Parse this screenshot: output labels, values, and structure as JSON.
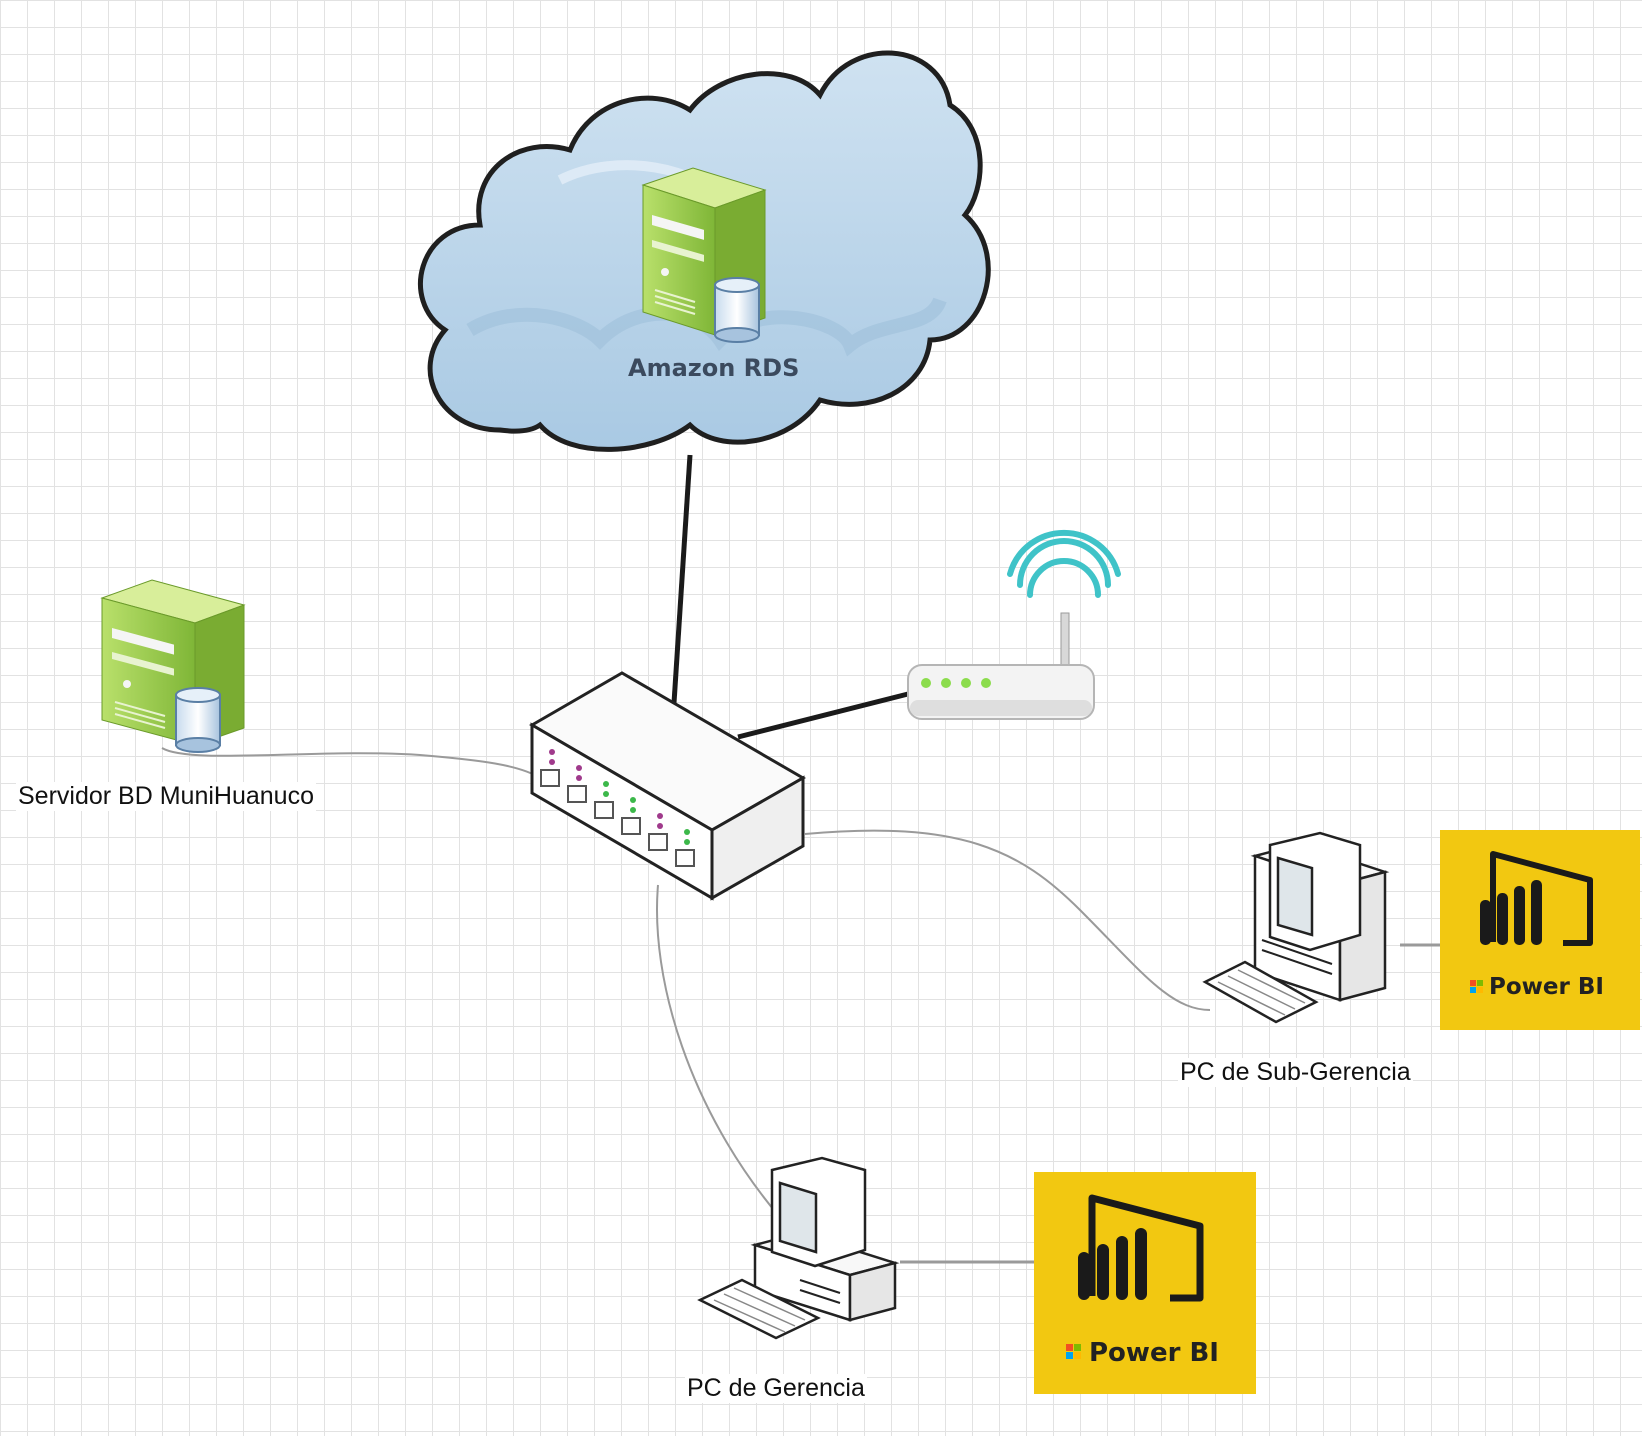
{
  "diagram": {
    "cloud": {
      "label": "Amazon RDS"
    },
    "server": {
      "label": "Servidor BD MuniHuanuco"
    },
    "pc_sub_gerencia": {
      "label": "PC de Sub-Gerencia"
    },
    "pc_gerencia": {
      "label": "PC de Gerencia"
    },
    "powerbi_sub": {
      "label": "Power BI"
    },
    "powerbi_gerencia": {
      "label": "Power BI"
    }
  },
  "colors": {
    "powerbi_bg": "#F2C811",
    "server_green": "#8cc63f",
    "cloud_blue": "#b7d4ea",
    "wifi": "#3fc3c8"
  }
}
